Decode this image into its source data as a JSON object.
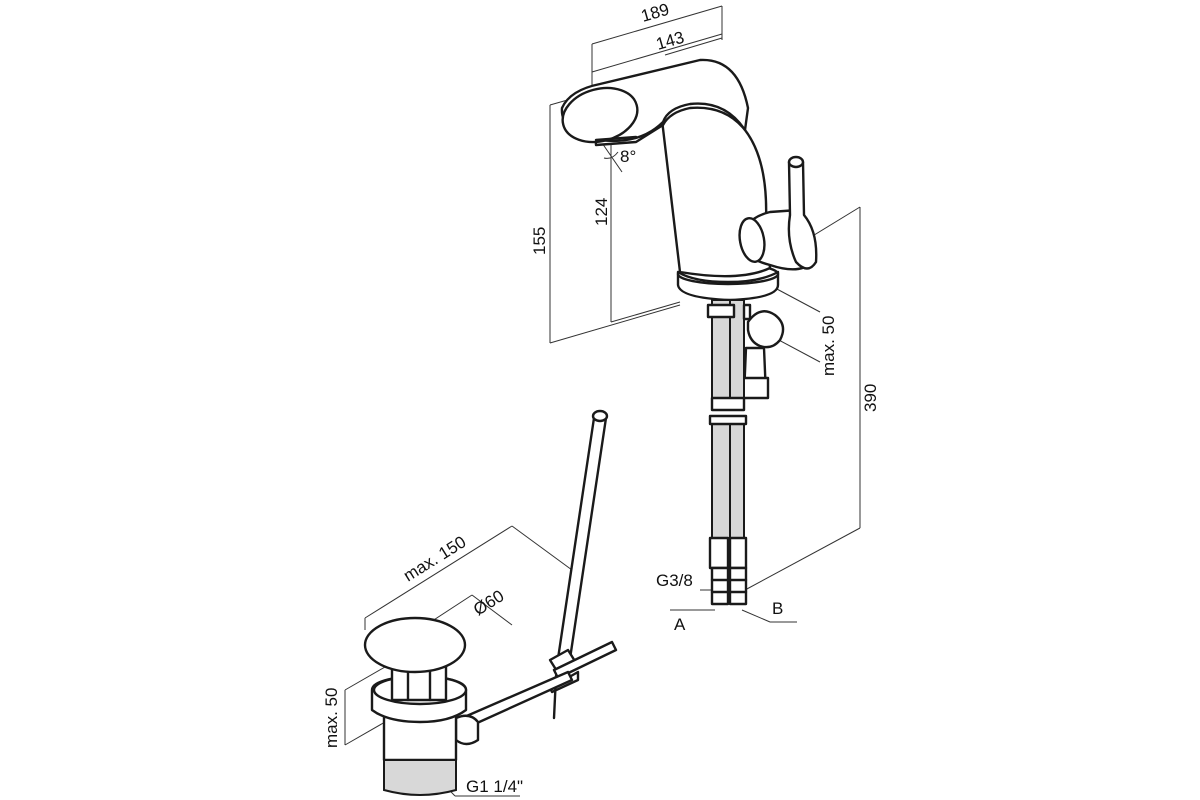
{
  "dimensions": {
    "overall_depth": "189",
    "spout_reach": "143",
    "total_height": "155",
    "spout_height": "124",
    "spout_angle": "8°",
    "countertop_thickness": "max. 50",
    "hose_length": "390",
    "connection_thread": "G3/8",
    "drain_rod_reach": "max. 150",
    "drain_plug_diameter": "Ø60",
    "drain_max_thickness": "max. 50",
    "drain_thread": "G1 1/4\""
  },
  "connections": {
    "a_label": "A",
    "b_label": "B"
  }
}
